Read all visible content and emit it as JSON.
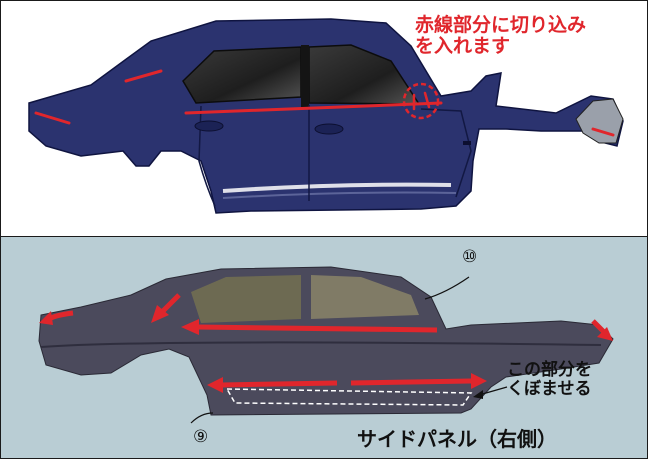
{
  "top_panel": {
    "instruction_line1": "赤線部分に切り込み",
    "instruction_line2": "を入れます"
  },
  "bottom_panel": {
    "marker_upper": "⑩",
    "marker_lower": "⑨",
    "note_line1": "この部分を",
    "note_line2": "くぼませる",
    "caption": "サイドパネル（右側）"
  },
  "colors": {
    "body_navy": "#2b336f",
    "cut_line_red": "#e0262c",
    "photo_background": "#b9cdd4"
  },
  "icons": [
    "cut-line",
    "direction-arrow",
    "callout-circle",
    "dashed-recess-outline"
  ]
}
